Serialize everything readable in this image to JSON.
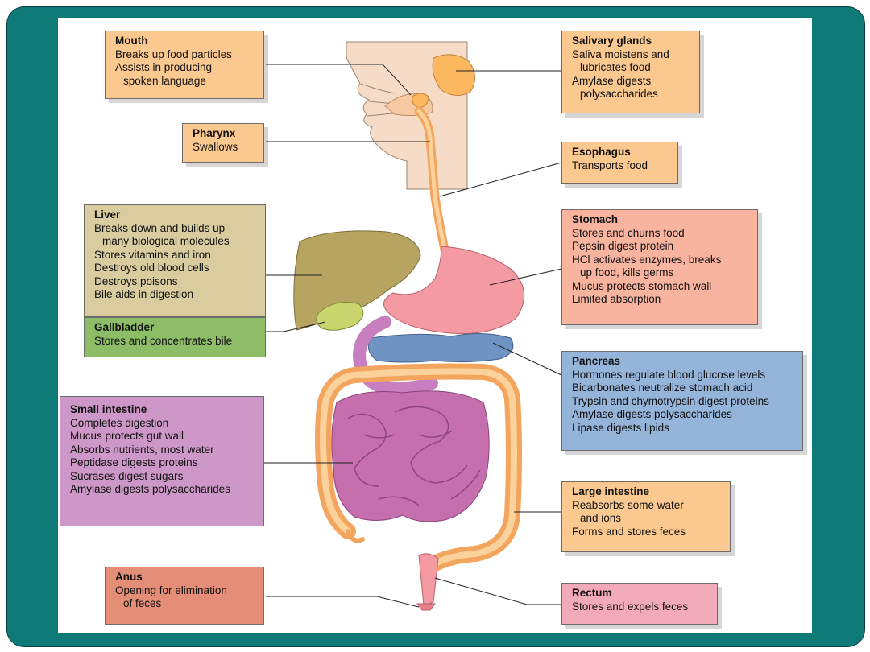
{
  "colors": {
    "frame": "#0d7a77",
    "orange": "#fbc98f",
    "tan": "#d9cc9e",
    "green": "#8dbd67",
    "salmon": "#f9b4a0",
    "blue": "#94b4da",
    "purple": "#cd97c8",
    "red": "#e48e77",
    "pink": "#f2aab8"
  },
  "labels": {
    "mouth": {
      "title": "Mouth",
      "lines": [
        "Breaks up food particles",
        "Assists in producing",
        "spoken language"
      ]
    },
    "pharynx": {
      "title": "Pharynx",
      "lines": [
        "Swallows"
      ]
    },
    "liver": {
      "title": "Liver",
      "lines": [
        "Breaks down and builds up",
        "many biological molecules",
        "Stores vitamins and iron",
        "Destroys old blood cells",
        "Destroys poisons",
        "Bile aids in digestion"
      ]
    },
    "gallbladder": {
      "title": "Gallbladder",
      "lines": [
        "Stores and concentrates bile"
      ]
    },
    "small_intestine": {
      "title": "Small intestine",
      "lines": [
        "Completes digestion",
        "Mucus protects gut wall",
        "Absorbs nutrients, most water",
        "Peptidase digests proteins",
        "Sucrases digest sugars",
        "Amylase digests polysaccharides"
      ]
    },
    "anus": {
      "title": "Anus",
      "lines": [
        "Opening for elimination",
        "of feces"
      ]
    },
    "salivary_glands": {
      "title": "Salivary glands",
      "lines": [
        "Saliva moistens and",
        "lubricates food",
        "Amylase digests",
        "polysaccharides"
      ]
    },
    "esophagus": {
      "title": "Esophagus",
      "lines": [
        "Transports food"
      ]
    },
    "stomach": {
      "title": "Stomach",
      "lines": [
        "Stores and churns food",
        "Pepsin digest protein",
        "HCl activates enzymes, breaks",
        "up food, kills germs",
        "Mucus protects stomach wall",
        "Limited absorption"
      ]
    },
    "pancreas": {
      "title": "Pancreas",
      "lines": [
        "Hormones regulate blood glucose levels",
        "Bicarbonates neutralize stomach acid",
        "Trypsin and chymotrypsin digest proteins",
        "Amylase digests polysaccharides",
        "Lipase digests lipids"
      ]
    },
    "large_intestine": {
      "title": "Large intestine",
      "lines": [
        "Reabsorbs some water",
        "and ions",
        "Forms and stores feces"
      ]
    },
    "rectum": {
      "title": "Rectum",
      "lines": [
        "Stores and expels feces"
      ]
    }
  }
}
